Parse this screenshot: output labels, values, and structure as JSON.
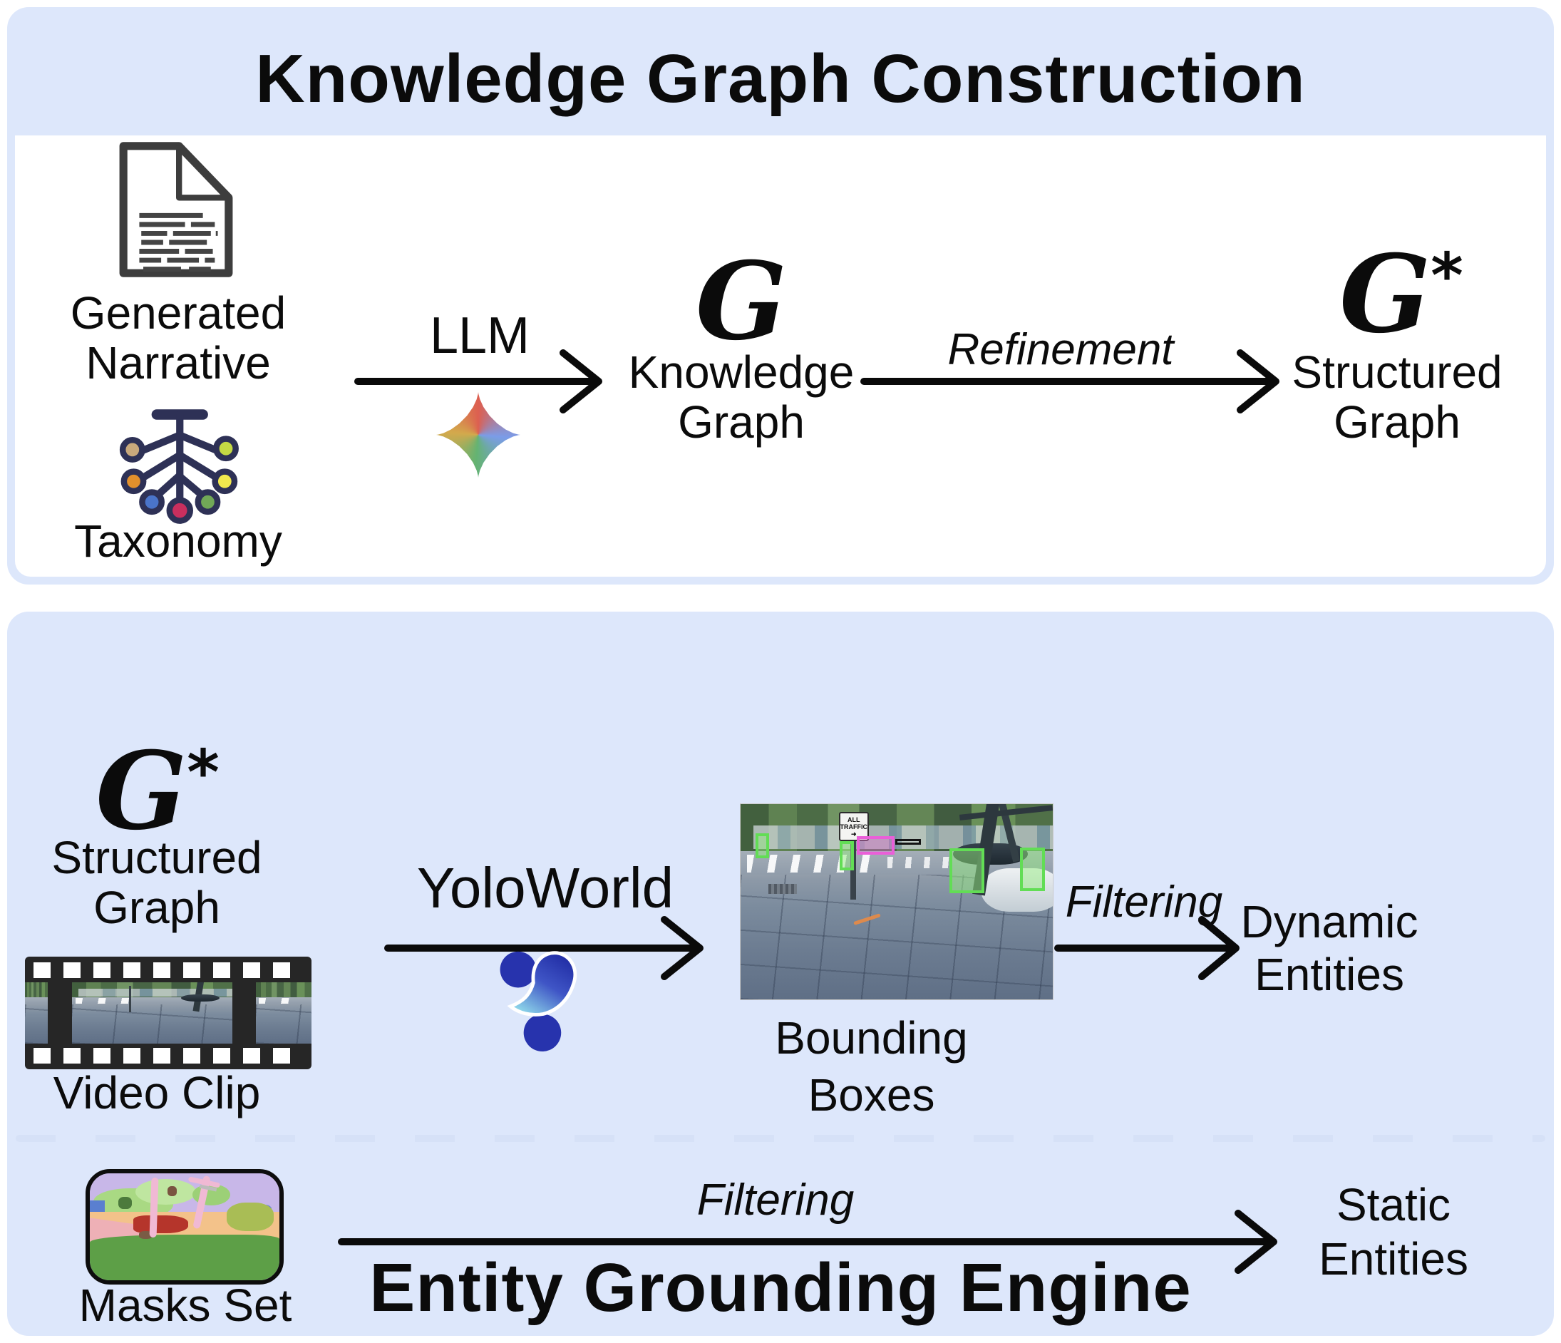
{
  "symbols": {
    "script_g": "G",
    "star": "*"
  },
  "colors": {
    "panel_fill": "#dde7fb",
    "background": "#ffffff",
    "text": "#0b0b0b",
    "arrow": "#0a0a0a",
    "dashed_divider": "#d6e1f7",
    "bbox_green": "#62dd55",
    "bbox_magenta": "#ea5fd8",
    "taxonomy_navy": "#2e3156"
  },
  "icons": {
    "document-icon": "outlined page with folded corner and text lines",
    "taxonomy-icon": "navy tree with seven colored leaf nodes",
    "llm-sparkle-icon": "four-point gradient sparkle (red/blue/green/yellow)",
    "yoloworld-logo-icon": "blue Y-shaped logo of two circles and a comma swirl",
    "film-strip-icon": "black film strip with street-scene frames",
    "masks-icon": "rounded segmentation mask image",
    "flow-arrow-icon": "black right arrow with open chevron head"
  },
  "kg_panel": {
    "title": "Knowledge Graph Construction",
    "generated_narrative_line1": "Generated",
    "generated_narrative_line2": "Narrative",
    "taxonomy_label": "Taxonomy",
    "llm_arrow_label": "LLM",
    "knowledge_graph_line1": "Knowledge",
    "knowledge_graph_line2": "Graph",
    "refinement_arrow_label": "Refinement",
    "structured_graph_line1": "Structured",
    "structured_graph_line2": "Graph"
  },
  "grounding_panel": {
    "title": "Entity Grounding Engine",
    "structured_graph_line1": "Structured",
    "structured_graph_line2": "Graph",
    "video_clip_label": "Video Clip",
    "yoloworld_arrow_label": "YoloWorld",
    "bounding_boxes_line1": "Bounding",
    "bounding_boxes_line2": "Boxes",
    "filtering_top_arrow_label": "Filtering",
    "dynamic_entities_line1": "Dynamic",
    "dynamic_entities_line2": "Entities",
    "masks_set_label": "Masks Set",
    "filtering_bottom_arrow_label": "Filtering",
    "static_entities_line1": "Static",
    "static_entities_line2": "Entities",
    "street_sign_line1": "ALL",
    "street_sign_line2": "TRAFFIC"
  }
}
